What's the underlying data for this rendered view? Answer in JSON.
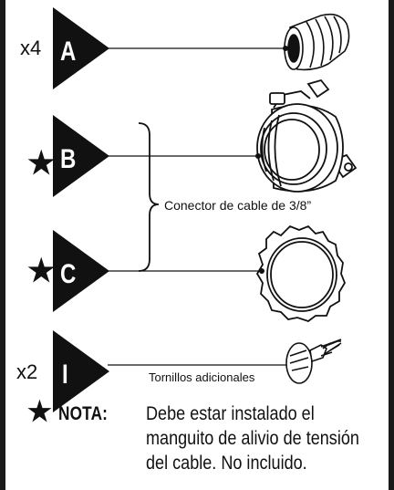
{
  "parts": [
    {
      "letter": "A",
      "qty": "x4"
    },
    {
      "letter": "B",
      "qty": "★"
    },
    {
      "letter": "C",
      "qty": "★"
    },
    {
      "letter": "I",
      "qty": "x2"
    }
  ],
  "bracket_caption": "Conector de cable de 3/8”",
  "screws_caption": "Tornillos adicionales",
  "note": {
    "star": "★",
    "label": "NOTA:",
    "lines": [
      "Debe estar instalado el",
      "manguito de alivio de tensión",
      "del cable. No incluido."
    ]
  },
  "icons": [
    "wire-nut-icon",
    "cable-connector-icon",
    "locknut-icon",
    "screw-icon"
  ]
}
